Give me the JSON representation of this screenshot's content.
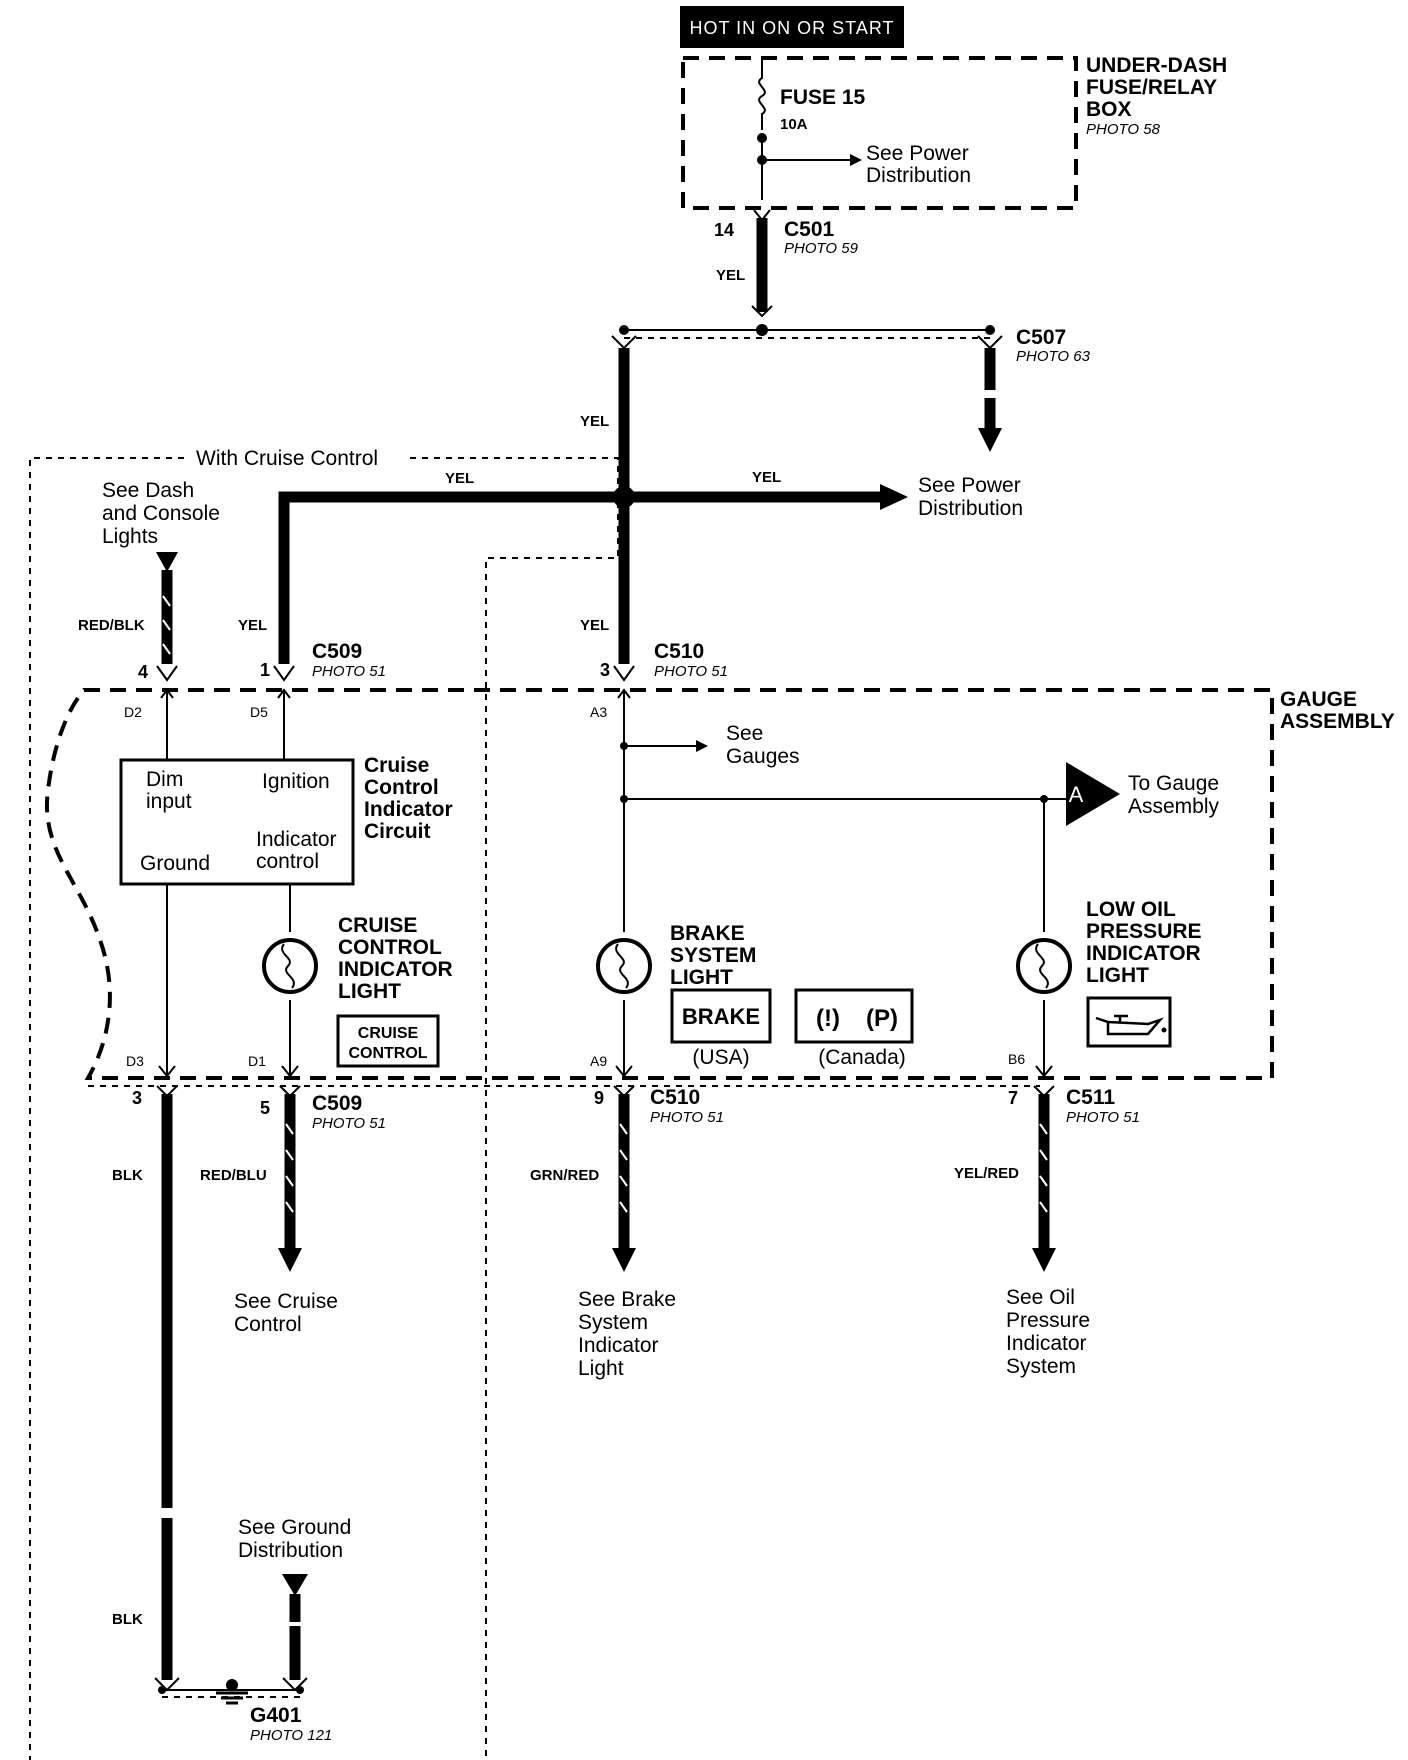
{
  "power": {
    "header": "HOT IN ON OR START"
  },
  "fuse_box": {
    "title_line1": "UNDER-DASH",
    "title_line2": "FUSE/RELAY",
    "title_line3": "BOX",
    "photo": "PHOTO 58",
    "fuse_name": "FUSE 15",
    "fuse_rating": "10A",
    "see_power_1": "See Power",
    "see_power_2": "Distribution"
  },
  "c501": {
    "pin": "14",
    "name": "C501",
    "photo": "PHOTO 59",
    "wire": "YEL"
  },
  "c507": {
    "name": "C507",
    "photo": "PHOTO 63"
  },
  "splice": {
    "wire_down": "YEL",
    "wire_left": "YEL",
    "wire_right": "YEL",
    "see_power_1": "See Power",
    "see_power_2": "Distribution"
  },
  "cruise_region": {
    "label": "With Cruise Control"
  },
  "dash_lights": {
    "line1": "See Dash",
    "line2": "and Console",
    "line3": "Lights"
  },
  "c509_top": {
    "wire_left": "RED/BLK",
    "pin_left": "4",
    "wire_right": "YEL",
    "pin_right": "1",
    "name": "C509",
    "photo": "PHOTO 51"
  },
  "c510_top": {
    "wire": "YEL",
    "pin": "3",
    "name": "C510",
    "photo": "PHOTO 51"
  },
  "gauge_assembly": {
    "line1": "GAUGE",
    "line2": "ASSEMBLY"
  },
  "internal_pins": {
    "d2": "D2",
    "d5": "D5",
    "a3": "A3",
    "d3": "D3",
    "d1": "D1",
    "a9": "A9",
    "b6": "B6"
  },
  "see_gauges": {
    "line1": "See",
    "line2": "Gauges"
  },
  "to_gauge": {
    "marker": "A",
    "line1": "To Gauge",
    "line2": "Assembly"
  },
  "cruise_circuit": {
    "dim_1": "Dim",
    "dim_2": "input",
    "ignition": "Ignition",
    "indicator_1": "Indicator",
    "indicator_2": "control",
    "ground": "Ground",
    "title_1": "Cruise",
    "title_2": "Control",
    "title_3": "Indicator",
    "title_4": "Circuit"
  },
  "cruise_light": {
    "line1": "CRUISE",
    "line2": "CONTROL",
    "line3": "INDICATOR",
    "line4": "LIGHT",
    "badge_1": "CRUISE",
    "badge_2": "CONTROL"
  },
  "brake_light": {
    "line1": "BRAKE",
    "line2": "SYSTEM",
    "line3": "LIGHT",
    "badge": "BRAKE",
    "usa": "(USA)",
    "canada": "(Canada)",
    "canada_sym_1": "(!)",
    "canada_sym_2": "(P)"
  },
  "oil_light": {
    "line1": "LOW OIL",
    "line2": "PRESSURE",
    "line3": "INDICATOR",
    "line4": "LIGHT"
  },
  "c509_bottom": {
    "pin_left": "3",
    "pin_right": "5",
    "name": "C509",
    "photo": "PHOTO 51",
    "wire_left": "BLK",
    "wire_right": "RED/BLU"
  },
  "c510_bottom": {
    "pin": "9",
    "name": "C510",
    "photo": "PHOTO 51",
    "wire": "GRN/RED"
  },
  "c511": {
    "pin": "7",
    "name": "C511",
    "photo": "PHOTO 51",
    "wire": "YEL/RED"
  },
  "see_cruise": {
    "line1": "See Cruise",
    "line2": "Control"
  },
  "see_brake": {
    "line1": "See Brake",
    "line2": "System",
    "line3": "Indicator",
    "line4": "Light"
  },
  "see_oil": {
    "line1": "See Oil",
    "line2": "Pressure",
    "line3": "Indicator",
    "line4": "System"
  },
  "ground": {
    "wire": "BLK",
    "see_1": "See Ground",
    "see_2": "Distribution",
    "name": "G401",
    "photo": "PHOTO 121"
  }
}
